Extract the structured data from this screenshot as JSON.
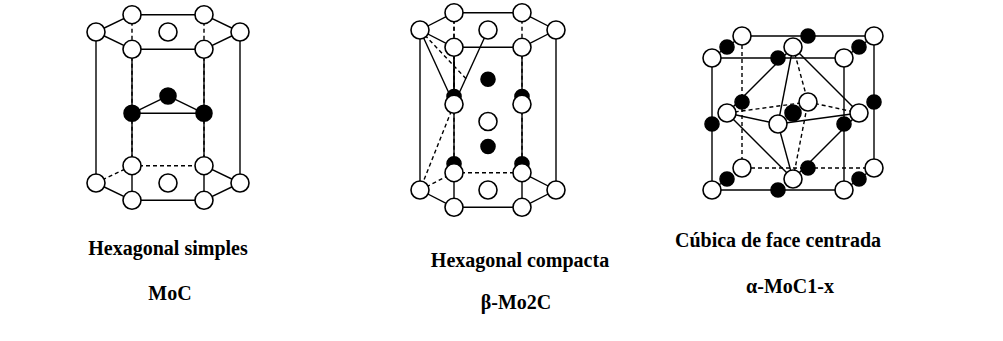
{
  "diagram": {
    "labels": [
      "Hexagonal simples",
      "Hexagonal compacta",
      "Cúbica de face centrada",
      "MoC",
      "β-Mo2C",
      "α-MoC1-x"
    ]
  }
}
